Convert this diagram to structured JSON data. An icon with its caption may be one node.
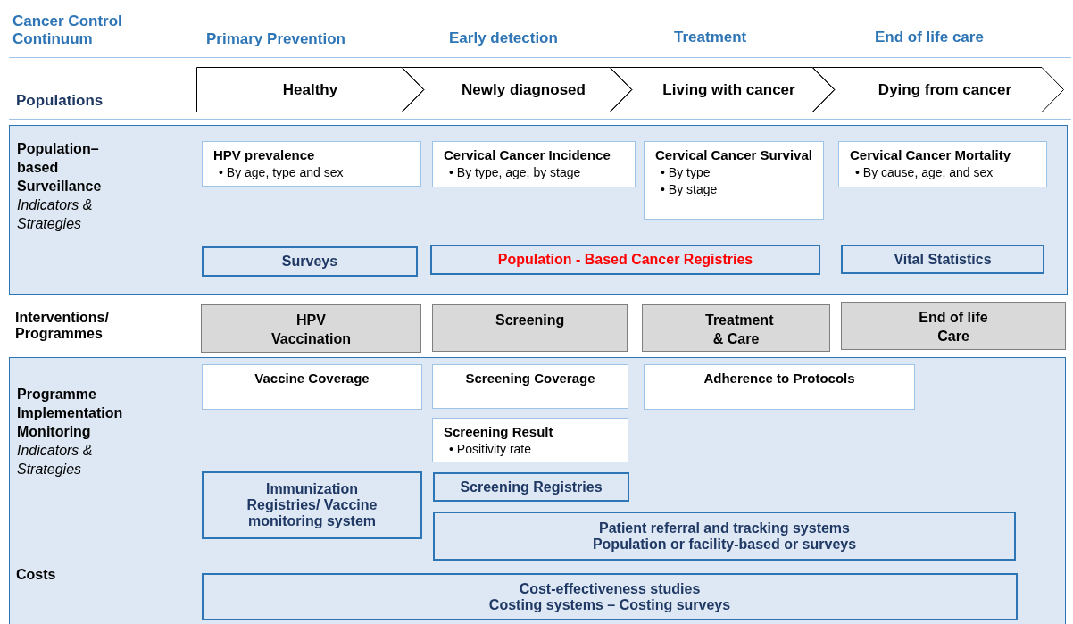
{
  "diagram": {
    "nodes": [
      {
        "text": [
          "Healthy"
        ]
      },
      {
        "text": [
          "Newly diagnosed"
        ]
      },
      {
        "text": [
          "Living with cancer"
        ]
      },
      {
        "text": [
          "Dying from cancer"
        ]
      },
      {
        "text": [
          "Population–based Surveillance",
          "Indicators & Strategies"
        ]
      },
      {
        "text": [
          "HPV prevalence",
          "• By age, type and sex"
        ],
        "in": 4
      },
      {
        "text": [
          "Cervical Cancer Incidence",
          "• By type, age, by stage"
        ],
        "in": 4
      },
      {
        "text": [
          "Cervical Cancer Survival",
          "• By type",
          "• By stage"
        ],
        "in": 4
      },
      {
        "text": [
          "Cervical Cancer Mortality",
          "• By cause, age, and sex"
        ],
        "in": 4
      },
      {
        "text": [
          "Surveys"
        ],
        "in": 4
      },
      {
        "text": [
          "Population - Based Cancer Registries"
        ],
        "in": 4
      },
      {
        "text": [
          "Vital Statistics"
        ],
        "in": 4
      },
      {
        "text": [
          "HPV Vaccination"
        ]
      },
      {
        "text": [
          "Screening"
        ]
      },
      {
        "text": [
          "Treatment & Care"
        ]
      },
      {
        "text": [
          "End of life Care"
        ]
      },
      {
        "text": [
          "Programme Implementation Monitoring",
          "Indicators & Strategies"
        ]
      },
      {
        "text": [
          "Vaccine Coverage"
        ],
        "in": 16
      },
      {
        "text": [
          "Screening Coverage"
        ],
        "in": 16
      },
      {
        "text": [
          "Adherence to Protocols"
        ],
        "in": 16
      },
      {
        "text": [
          "Screening Result",
          "• Positivity rate"
        ],
        "in": 16
      },
      {
        "text": [
          "Immunization Registries/ Vaccine monitoring system"
        ],
        "in": 16
      },
      {
        "text": [
          "Screening Registries"
        ],
        "in": 16
      },
      {
        "text": [
          "Patient referral and tracking systems",
          "Population or facility-based or surveys"
        ],
        "in": 16
      },
      {
        "text": [
          "Cost-effectiveness studies",
          "Costing systems – Costing surveys"
        ],
        "in": 16
      }
    ],
    "edges": [],
    "labels": [
      "Cancer Control Continuum",
      "Primary Prevention",
      "Early detection",
      "Treatment",
      "End of life care",
      "Populations",
      "Interventions/ Programmes",
      "Costs"
    ]
  }
}
